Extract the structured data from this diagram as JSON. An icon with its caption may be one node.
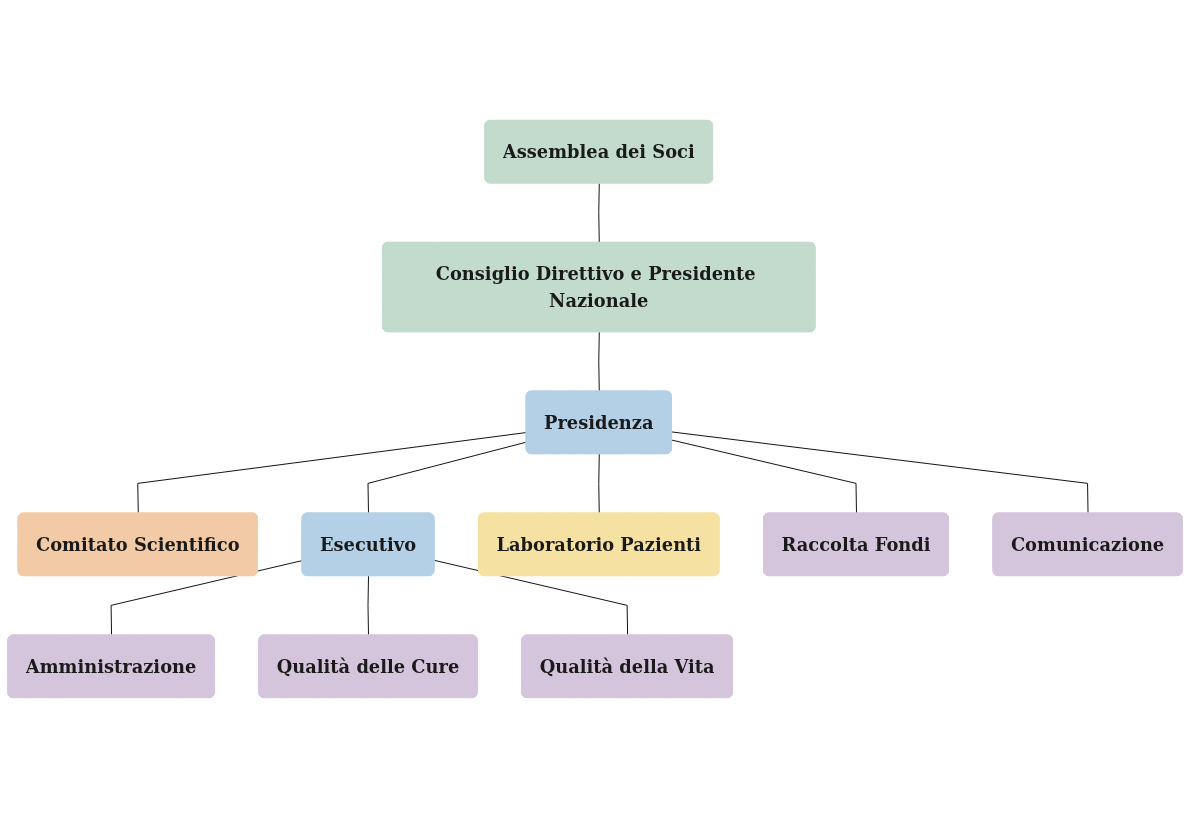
{
  "diagram": {
    "nodes": [
      {
        "text": [
          "Assemblea dei Soci"
        ]
      },
      {
        "text": [
          "Consiglio Direttivo e Presidente Nazionale"
        ]
      },
      {
        "text": [
          "Presidenza"
        ]
      },
      {
        "text": [
          "Comitato Scientifico"
        ]
      },
      {
        "text": [
          "Esecutivo"
        ]
      },
      {
        "text": [
          "Laboratorio Pazienti"
        ]
      },
      {
        "text": [
          "Raccolta Fondi"
        ]
      },
      {
        "text": [
          "Amministrazione"
        ]
      },
      {
        "text": [
          "Qualità delle Cure"
        ]
      },
      {
        "text": [
          "Qualità della Vita"
        ]
      },
      {
        "text": [
          "Comunicazione"
        ]
      }
    ],
    "edges": [
      {
        "from": 0,
        "to": 1,
        "arrow": "none"
      },
      {
        "from": 1,
        "to": 2,
        "arrow": "none"
      },
      {
        "from": 2,
        "to": 6,
        "arrow": "none"
      },
      {
        "from": 2,
        "to": 3,
        "arrow": "none"
      },
      {
        "from": 2,
        "to": 4,
        "arrow": "none"
      },
      {
        "from": 2,
        "to": 5,
        "arrow": "none"
      },
      {
        "from": 2,
        "to": 10,
        "arrow": "none"
      },
      {
        "from": 4,
        "to": 7,
        "arrow": "none"
      },
      {
        "from": 4,
        "to": 8,
        "arrow": "none"
      },
      {
        "from": 4,
        "to": 9,
        "arrow": "none"
      }
    ]
  }
}
